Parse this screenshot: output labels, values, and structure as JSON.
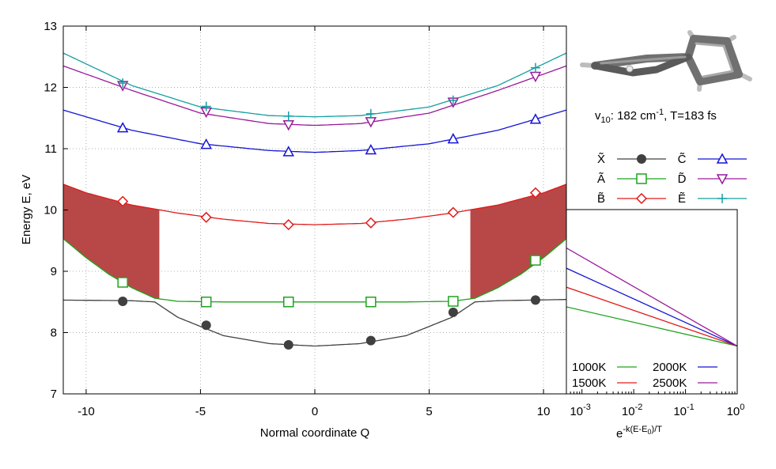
{
  "chart_data": [
    {
      "type": "line",
      "xlabel": "Normal coordinate Q",
      "ylabel": "Energy E, eV",
      "xlim": [
        -11,
        11
      ],
      "ylim": [
        7,
        13
      ],
      "xticks": [
        -10,
        -5,
        0,
        5,
        10
      ],
      "yticks": [
        7,
        8,
        9,
        10,
        11,
        12,
        13
      ],
      "xtick_labels": [
        "-10",
        "-5",
        "0",
        "5",
        "10"
      ],
      "ytick_labels": [
        "7",
        "8",
        "9",
        "10",
        "11",
        "12",
        "13"
      ],
      "grid": true,
      "legend_position": "right",
      "annotation": {
        "base": "v",
        "sub": "10",
        "rest": ": 182 cm",
        "sup": "-1",
        "tail": ", T=183 fs"
      },
      "marker_q": [
        -8.4,
        -4.75,
        -1.15,
        2.45,
        6.05,
        9.65
      ],
      "series": [
        {
          "name": "X̃",
          "color": "#404040",
          "marker": "filled-circle",
          "curve": [
            [
              -11,
              8.53
            ],
            [
              -8,
              8.52
            ],
            [
              -7,
              8.5
            ],
            [
              -6,
              8.25
            ],
            [
              -4,
              7.95
            ],
            [
              -2,
              7.82
            ],
            [
              0,
              7.78
            ],
            [
              2,
              7.82
            ],
            [
              4,
              7.95
            ],
            [
              6,
              8.25
            ],
            [
              7,
              8.5
            ],
            [
              8,
              8.52
            ],
            [
              11,
              8.54
            ]
          ],
          "points": [
            8.51,
            8.12,
            7.8,
            7.87,
            8.33,
            8.53
          ]
        },
        {
          "name": "Ã",
          "color": "#1fa31f",
          "marker": "open-square",
          "curve": [
            [
              -11,
              9.53
            ],
            [
              -10,
              9.22
            ],
            [
              -9,
              8.95
            ],
            [
              -8,
              8.73
            ],
            [
              -7,
              8.56
            ],
            [
              -6,
              8.51
            ],
            [
              -4,
              8.5
            ],
            [
              0,
              8.5
            ],
            [
              4,
              8.5
            ],
            [
              6,
              8.51
            ],
            [
              7,
              8.56
            ],
            [
              8,
              8.73
            ],
            [
              9,
              8.95
            ],
            [
              10,
              9.22
            ],
            [
              11,
              9.53
            ]
          ],
          "points": [
            8.82,
            8.5,
            8.5,
            8.5,
            8.51,
            9.18
          ]
        },
        {
          "name": "B̃",
          "color": "#e01a1a",
          "marker": "open-diamond",
          "curve": [
            [
              -11,
              10.42
            ],
            [
              -10,
              10.28
            ],
            [
              -8,
              10.08
            ],
            [
              -6,
              9.95
            ],
            [
              -4,
              9.85
            ],
            [
              -2,
              9.78
            ],
            [
              0,
              9.76
            ],
            [
              2,
              9.78
            ],
            [
              4,
              9.85
            ],
            [
              6,
              9.95
            ],
            [
              8,
              10.08
            ],
            [
              10,
              10.28
            ],
            [
              11,
              10.42
            ]
          ],
          "points": [
            10.14,
            9.88,
            9.76,
            9.79,
            9.96,
            10.28
          ]
        },
        {
          "name": "C̃",
          "color": "#1414d4",
          "marker": "open-triangle-up",
          "curve": [
            [
              -11,
              11.63
            ],
            [
              -8,
              11.3
            ],
            [
              -5,
              11.08
            ],
            [
              -2,
              10.97
            ],
            [
              0,
              10.94
            ],
            [
              2,
              10.97
            ],
            [
              5,
              11.08
            ],
            [
              8,
              11.3
            ],
            [
              11,
              11.63
            ]
          ],
          "points": [
            11.34,
            11.07,
            10.95,
            10.98,
            11.16,
            11.48
          ]
        },
        {
          "name": "D̃",
          "color": "#9a1a9a",
          "marker": "open-triangle-down",
          "curve": [
            [
              -11,
              12.35
            ],
            [
              -8,
              11.95
            ],
            [
              -5,
              11.58
            ],
            [
              -2,
              11.41
            ],
            [
              0,
              11.38
            ],
            [
              2,
              11.41
            ],
            [
              5,
              11.58
            ],
            [
              8,
              11.95
            ],
            [
              11,
              12.35
            ]
          ],
          "points": [
            12.03,
            11.6,
            11.39,
            11.44,
            11.76,
            12.18
          ]
        },
        {
          "name": "Ẽ",
          "color": "#14a0a0",
          "marker": "plus",
          "curve": [
            [
              -11,
              12.56
            ],
            [
              -8,
              12.03
            ],
            [
              -5,
              11.68
            ],
            [
              -2,
              11.54
            ],
            [
              0,
              11.52
            ],
            [
              2,
              11.54
            ],
            [
              5,
              11.68
            ],
            [
              8,
              12.03
            ],
            [
              11,
              12.56
            ]
          ],
          "points": [
            12.07,
            11.69,
            11.53,
            11.57,
            11.79,
            12.32
          ]
        }
      ],
      "shaded_regions": [
        {
          "color": "#b84848",
          "x_from": -11,
          "x_to": -6.8,
          "lower": "Ã",
          "upper": "B̃"
        },
        {
          "color": "#b84848",
          "x_from": 6.8,
          "x_to": 11,
          "lower": "Ã",
          "upper": "B̃"
        }
      ]
    },
    {
      "type": "line",
      "xlabel": "e^{-k(E-E_0)/T}",
      "xlabel_parts": {
        "base": "e",
        "sup": "-k(E-E",
        "sup_sub": "0",
        "sup_tail": ")/T"
      },
      "xscale": "log",
      "xlim": [
        0.0005,
        1
      ],
      "ylim": [
        7,
        13
      ],
      "xticks": [
        0.001,
        0.01,
        0.1,
        1
      ],
      "xtick_labels": [
        {
          "base": "10",
          "exp": "-3"
        },
        {
          "base": "10",
          "exp": "-2"
        },
        {
          "base": "10",
          "exp": "-1"
        },
        {
          "base": "10",
          "exp": "0"
        }
      ],
      "legend_position": "bottom",
      "series": [
        {
          "name": "1000K",
          "color": "#1fa31f",
          "y_at_min": 8.42,
          "y_at_1": 7.78
        },
        {
          "name": "1500K",
          "color": "#e01a1a",
          "y_at_min": 8.74,
          "y_at_1": 7.78
        },
        {
          "name": "2000K",
          "color": "#1414d4",
          "y_at_min": 9.05,
          "y_at_1": 7.78
        },
        {
          "name": "2500K",
          "color": "#9a1a9a",
          "y_at_min": 9.38,
          "y_at_1": 7.78
        }
      ]
    }
  ]
}
